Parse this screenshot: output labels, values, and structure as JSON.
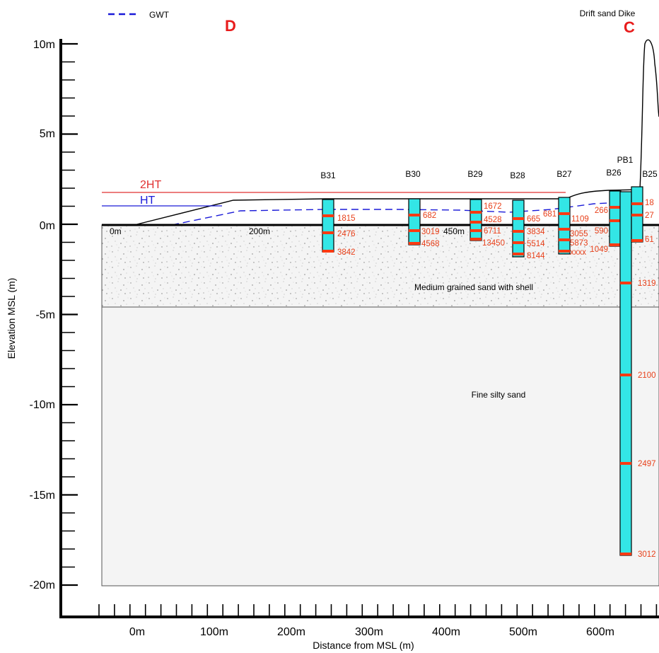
{
  "legend": {
    "gwt_label": "GWT"
  },
  "markers": {
    "left": "D",
    "right": "C",
    "dike_label": "Drift sand Dike"
  },
  "levels": {
    "two_ht": "2HT",
    "ht": "HT",
    "colors": {
      "two_ht": "#e03030",
      "ht": "#1a1ad8",
      "gwt": "#1a1ad8"
    }
  },
  "inline_labels": {
    "zero_m": "0m",
    "two_hundred_m": "200m",
    "four_fifty_m": "450m"
  },
  "layers": {
    "upper": "Medium grained sand with shell",
    "lower": "Fine silty sand"
  },
  "axes": {
    "y_title": "Elevation MSL (m)",
    "x_title": "Distance from MSL (m)",
    "y_ticks": [
      "10m",
      "5m",
      "0m",
      "-5m",
      "-10m",
      "-15m",
      "-20m"
    ],
    "x_ticks": [
      "0m",
      "100m",
      "200m",
      "300m",
      "400m",
      "500m",
      "600m"
    ]
  },
  "boreholes": [
    {
      "name": "B31",
      "values": [
        "1815",
        "2476",
        "3842"
      ]
    },
    {
      "name": "B30",
      "values": [
        "682",
        "3019",
        "4568"
      ]
    },
    {
      "name": "B29",
      "values": [
        "1672",
        "4528",
        "6711",
        "13450"
      ]
    },
    {
      "name": "B28",
      "values": [
        "665",
        "3834",
        "5514",
        "8144"
      ]
    },
    {
      "name": "B27",
      "values": [
        "681",
        "1109",
        "3055",
        "5873",
        "xxxx"
      ]
    },
    {
      "name": "B26",
      "values": [
        "266",
        "590",
        "1049"
      ]
    },
    {
      "name": "PB1",
      "values": [
        "1319",
        "2100",
        "2497",
        "3012"
      ]
    },
    {
      "name": "B25",
      "values": [
        "18",
        "27",
        "61"
      ]
    }
  ],
  "colors": {
    "borehole_fill": "#33e6e6",
    "marker": "#ff3a12",
    "value_text": "#e8401a",
    "title_marker": "#e81c1c"
  }
}
